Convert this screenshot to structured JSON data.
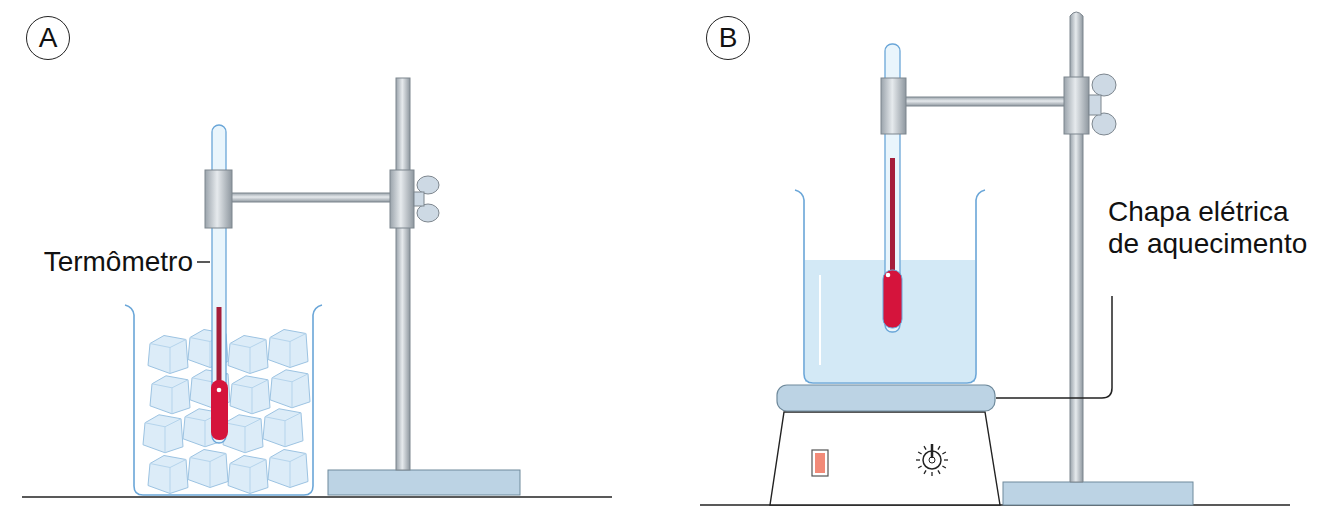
{
  "diagram": {
    "nodes": [
      {
        "text": [
          "A"
        ]
      },
      {
        "text": [
          "B"
        ]
      }
    ],
    "labels": [
      "Termômetro",
      "Chapa elétrica de aquecimento"
    ]
  }
}
